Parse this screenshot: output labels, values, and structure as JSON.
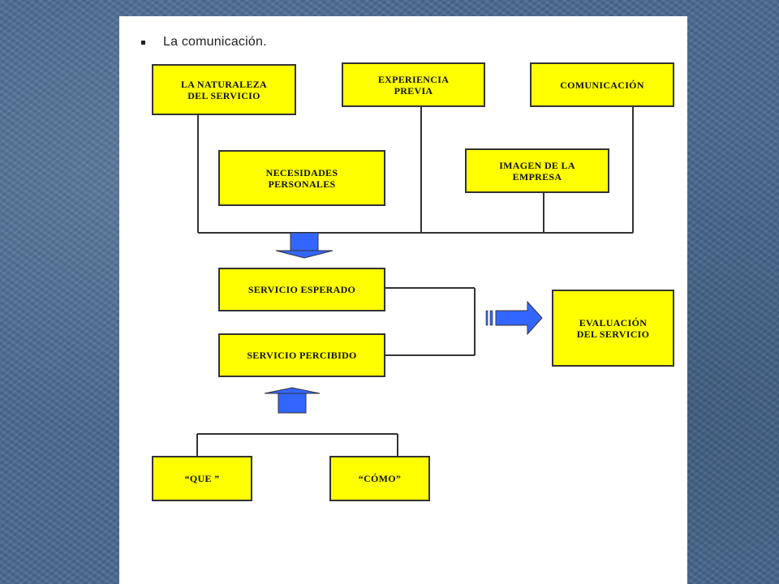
{
  "slide": {
    "bullet_text": "La comunicación."
  },
  "diagram": {
    "boxes": {
      "naturaleza": "LA NATURALEZA\nDEL SERVICIO",
      "experiencia": "EXPERIENCIA\nPREVIA",
      "comunicacion": "COMUNICACIÓN",
      "necesidades": "NECESIDADES\nPERSONALES",
      "imagen": "IMAGEN DE LA\nEMPRESA",
      "esperado": "SERVICIO ESPERADO",
      "percibido": "SERVICIO PERCIBIDO",
      "evaluacion": "EVALUACIÓN\nDEL SERVICIO",
      "que": "“QUE ”",
      "como": "“CÓMO”"
    },
    "colors": {
      "box_fill": "#ffff00",
      "arrow_fill": "#3366ff",
      "line": "#333333"
    }
  }
}
